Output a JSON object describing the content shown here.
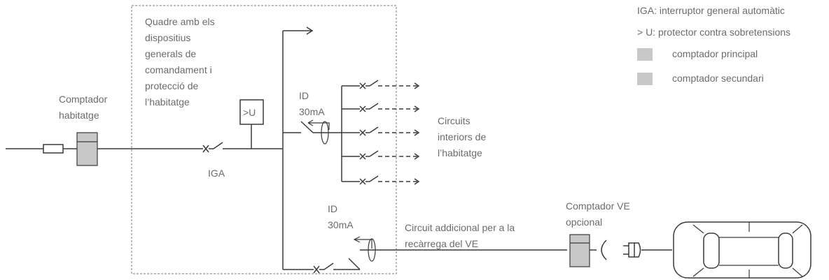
{
  "legend": {
    "iga": "IGA: interruptor general automàtic",
    "u": "> U: protector contra sobretensions",
    "main_meter": "comptador principal",
    "secondary_meter": "comptador secundari",
    "meter_fill": "#c8c8c8"
  },
  "labels": {
    "dwelling_meter": [
      "Comptador",
      "habitatge"
    ],
    "panel": [
      "Quadre amb els",
      "dispositius",
      "generals de",
      "comandament i",
      "protecció de",
      "l’habitatge"
    ],
    "surge_protector": ">U",
    "iga": "IGA",
    "id_top": [
      "ID",
      "30mA"
    ],
    "interior_circuits": [
      "Circuits",
      "interiors de",
      "l’habitatge"
    ],
    "id_bottom": [
      "ID",
      "30mA"
    ],
    "ev_circuit": [
      "Circuit addicional per a la",
      "recàrrega del VE"
    ],
    "ev_meter": [
      "Comptador VE",
      "opcional"
    ]
  },
  "colors": {
    "line": "#3a3a3a",
    "text": "#6b6b6b",
    "meter": "#c8c8c8"
  }
}
